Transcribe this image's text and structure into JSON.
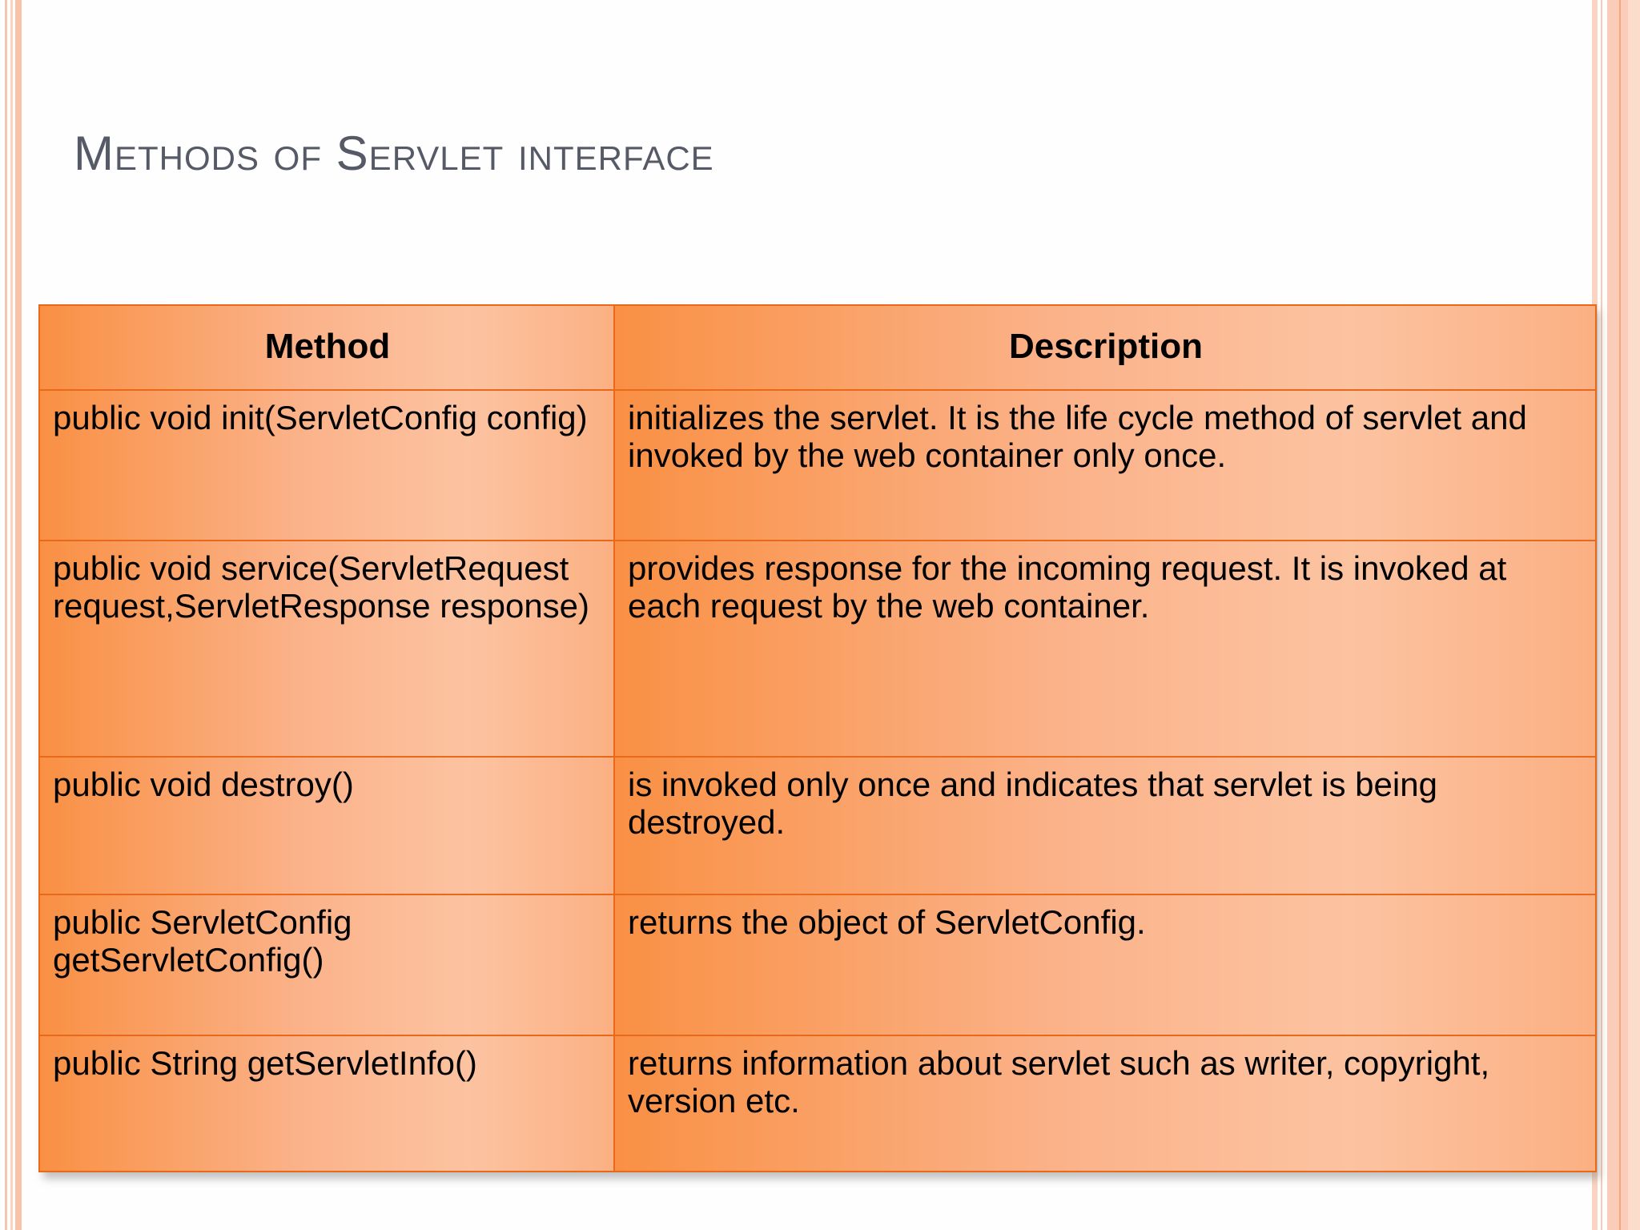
{
  "slide": {
    "title": "Methods of Servlet interface",
    "title_color": "#555a66",
    "background_color": "#fefefe",
    "accent_color": "#e8691a",
    "cell_gradient_from": "#f99044",
    "cell_gradient_to": "#fbb083"
  },
  "table": {
    "headers": {
      "method": "Method",
      "description": "Description"
    },
    "rows": [
      {
        "method": "public void init(ServletConfig config)",
        "description": "initializes the servlet. It is the life cycle method of servlet and invoked by the web container only once."
      },
      {
        "method": "public void service(ServletRequest request,ServletResponse response)",
        "description": "provides response for the incoming request. It is invoked at each request by the web container."
      },
      {
        "method": "public void destroy()",
        "description": "is invoked only once and indicates that servlet is being destroyed."
      },
      {
        "method": "public ServletConfig getServletConfig()",
        "description": "returns the object of ServletConfig."
      },
      {
        "method": "public String getServletInfo()",
        "description": "returns information about servlet such as writer, copyright, version etc."
      }
    ]
  }
}
